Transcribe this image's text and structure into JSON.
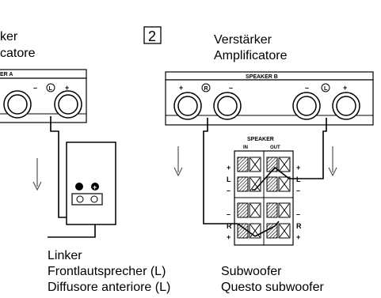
{
  "step_number": "2",
  "left": {
    "amp_title_line1": "ker",
    "amp_title_line2": "catore",
    "speaker_label": "ER A",
    "minus_symbol": "–",
    "ground_symbol": "L",
    "plus_symbol": "+",
    "caption_line1": "Linker",
    "caption_line2": "Frontlautsprecher (L)",
    "caption_line3": "Diffusore anteriore (L)"
  },
  "right": {
    "amp_title_line1": "Verstärker",
    "amp_title_line2": "Amplificatore",
    "speaker_label": "SPEAKER B",
    "terminals": [
      "+",
      "R",
      "–",
      "–",
      "L",
      "+"
    ],
    "sub_speaker_label": "SPEAKER",
    "sub_in_label": "IN",
    "sub_out_label": "OUT",
    "side_left": [
      "+",
      "L",
      "–",
      "–",
      "R",
      "+"
    ],
    "side_right": [
      "+",
      "L",
      "–",
      "–",
      "R",
      "+"
    ],
    "caption_line1": "Subwoofer",
    "caption_line2": "Questo subwoofer"
  }
}
